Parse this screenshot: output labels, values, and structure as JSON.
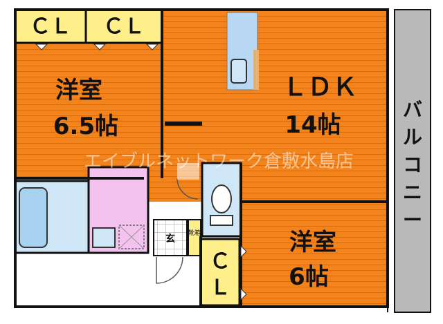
{
  "colors": {
    "room_orange": "#f3841d",
    "room_line": "#d96a12",
    "closet_yellow": "#ffef8a",
    "balcony_gray": "#b9b9b9",
    "bath_blue": "#cfe6f7",
    "wash_pink": "#f4c2ef",
    "wall": "#111111"
  },
  "rooms": {
    "cl_left": "ＣＬ",
    "cl_right": "ＣＬ",
    "cl_bottom_top": "Ｃ",
    "cl_bottom_bottom": "Ｌ",
    "western_a_name": "洋室",
    "western_a_size": "6.5帖",
    "ldk_name": "ＬＤＫ",
    "ldk_size": "14帖",
    "western_b_name": "洋室",
    "western_b_size": "6帖",
    "entrance": "玄",
    "shoe_box": "靴箱",
    "balcony": [
      "バ",
      "ル",
      "コ",
      "ニ",
      "ー"
    ]
  },
  "watermark": "エイブルネットワーク倉敷水島店"
}
